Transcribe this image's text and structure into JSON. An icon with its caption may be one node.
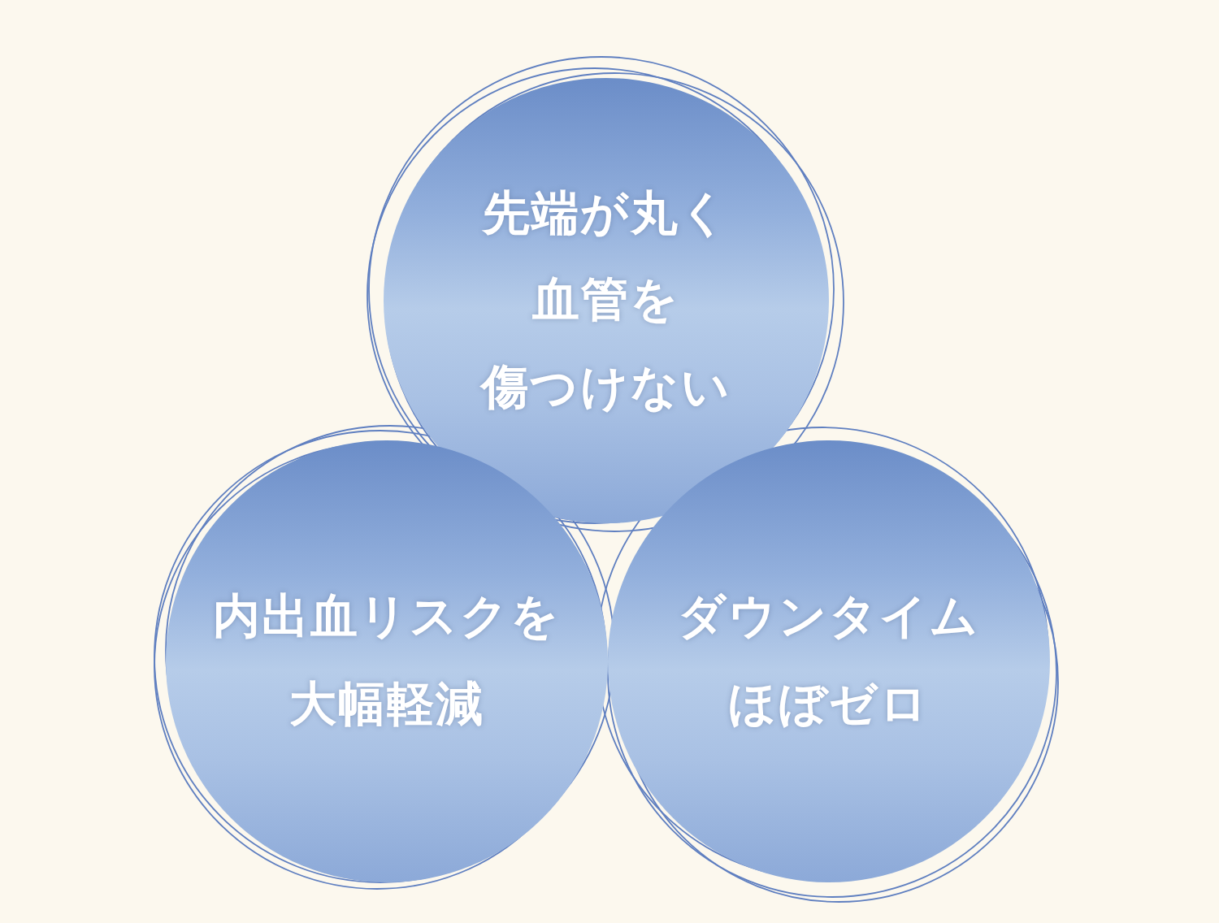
{
  "diagram": {
    "nodes": [
      {
        "text": [
          "先端が丸く血管を傷つけない"
        ]
      },
      {
        "text": [
          "内出血リスクを大幅軽減"
        ]
      },
      {
        "text": [
          "ダウンタイムほぼゼロ"
        ]
      }
    ]
  }
}
